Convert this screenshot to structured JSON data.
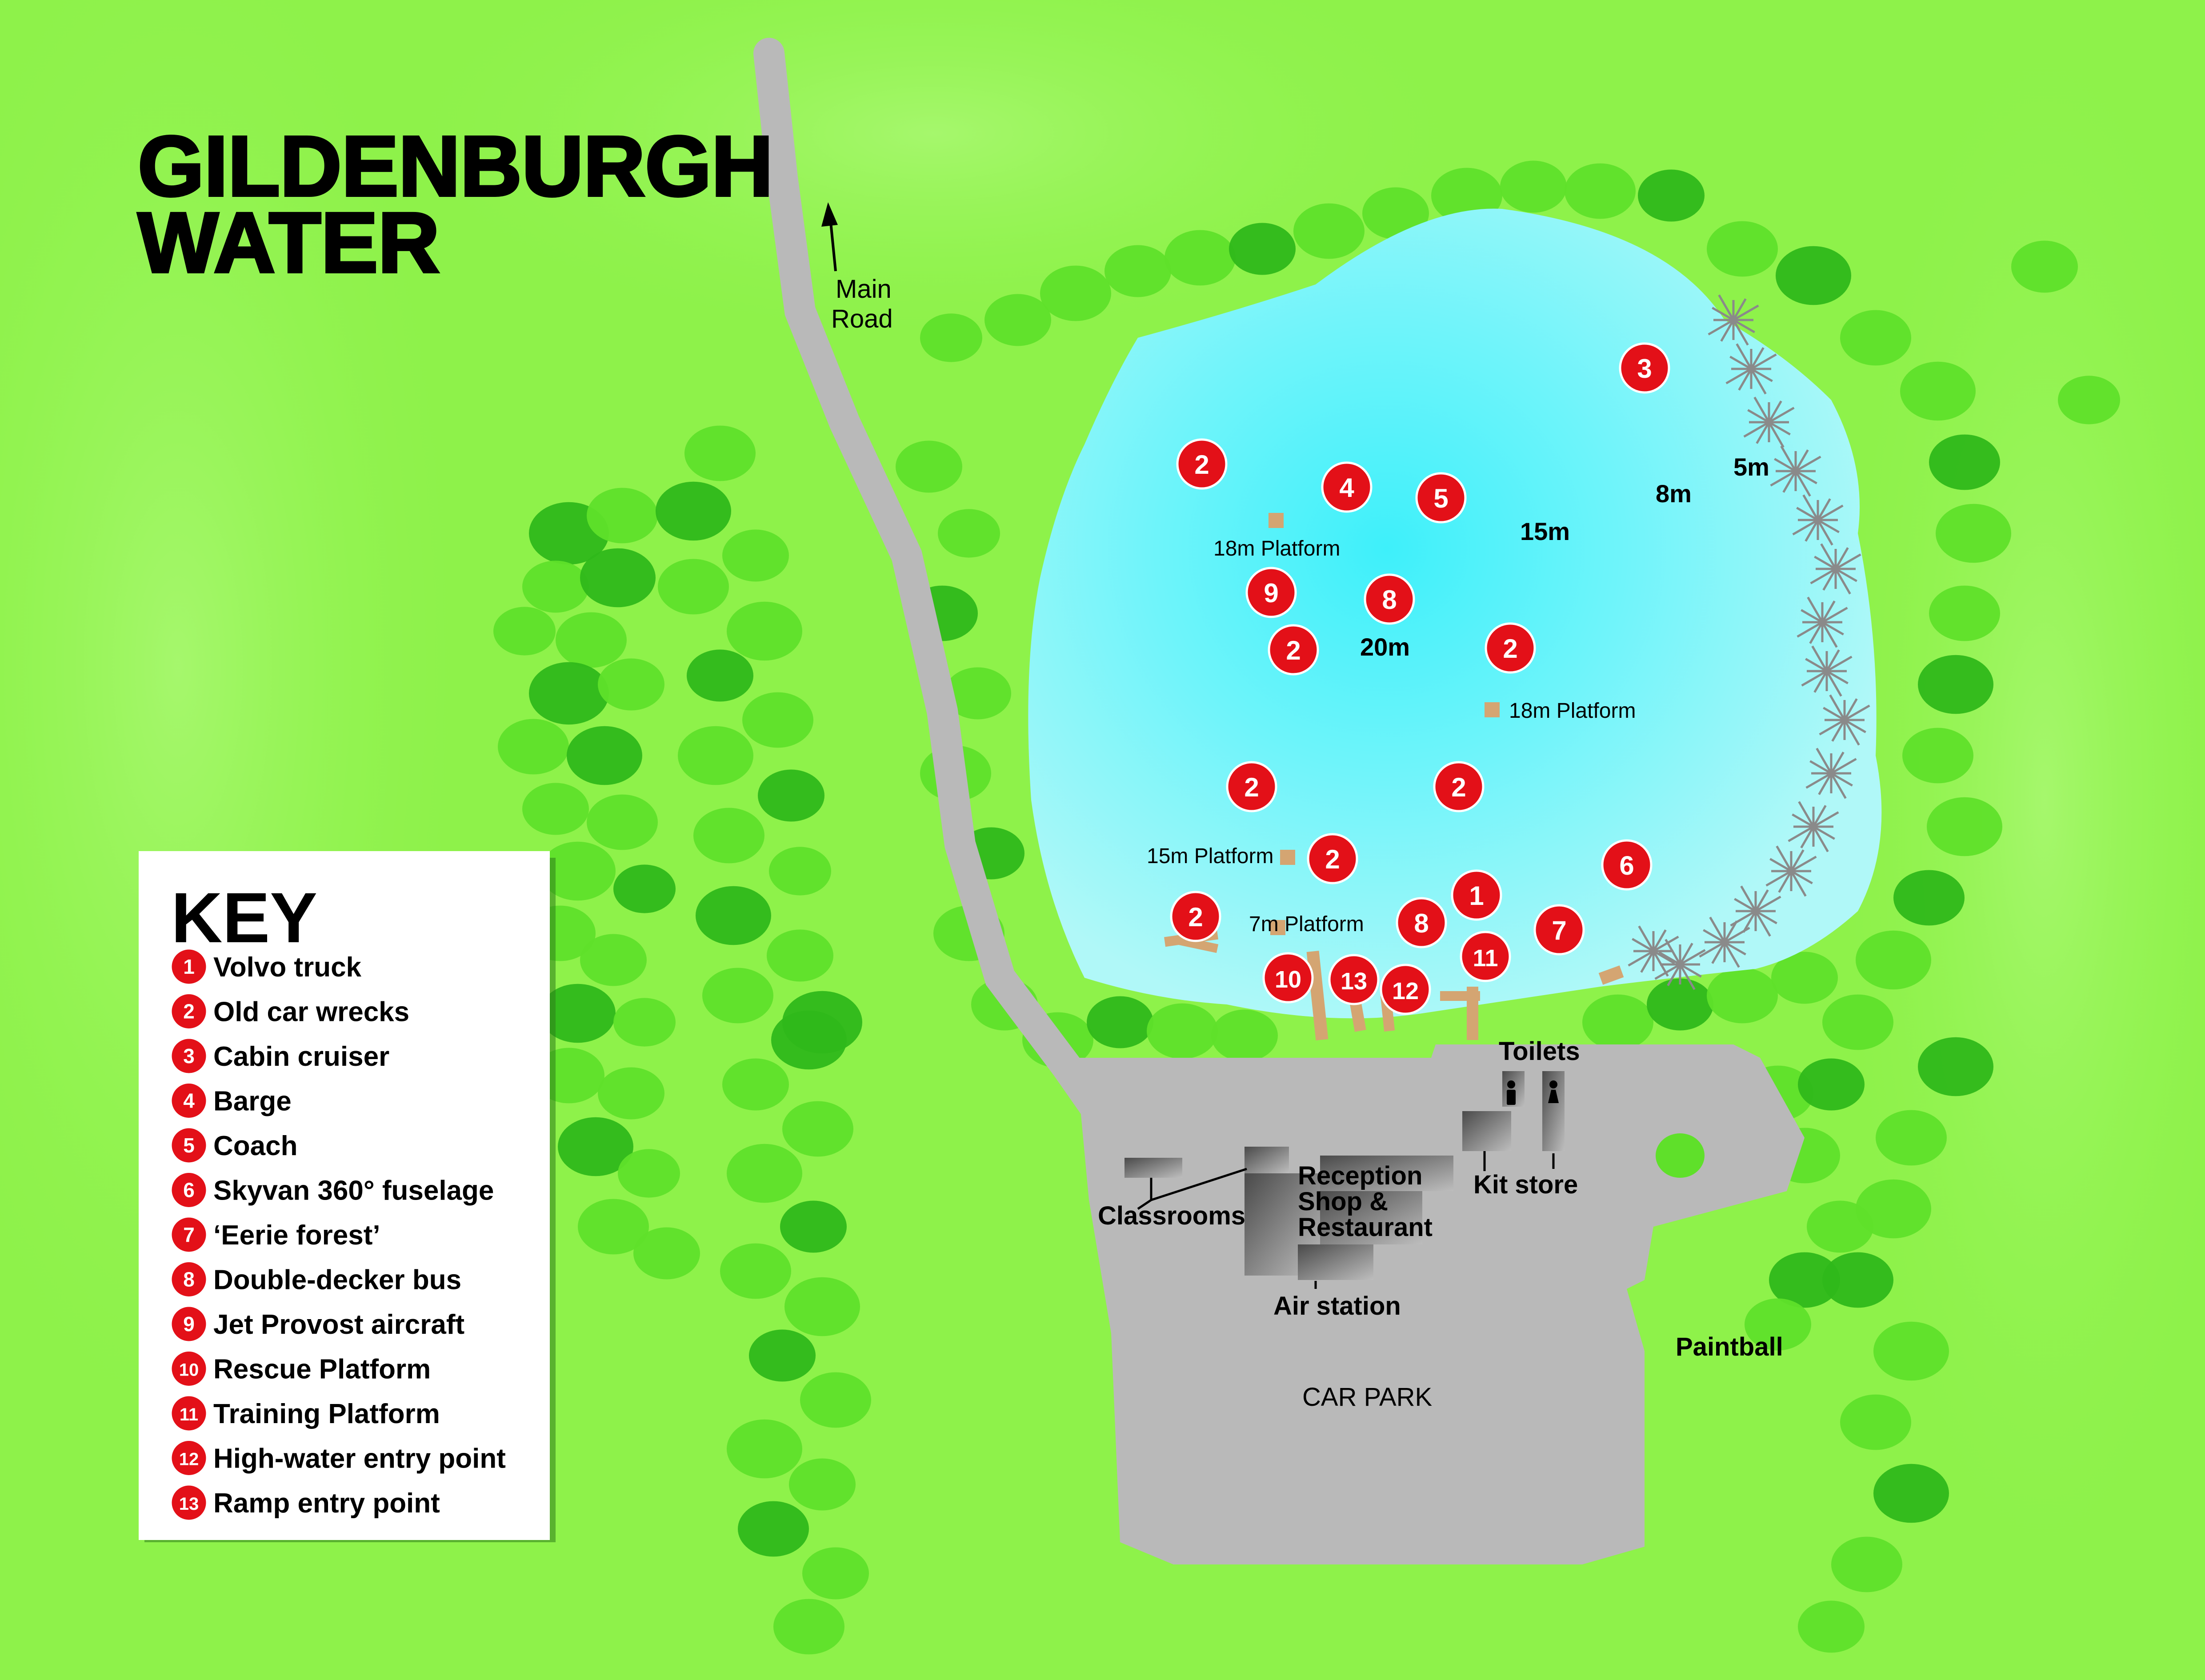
{
  "title": {
    "line1": "GILDENBURGH",
    "line2": "WATER"
  },
  "road": {
    "label_line1": "Main",
    "label_line2": "Road"
  },
  "depths": {
    "d5": "5m",
    "d8": "8m",
    "d15": "15m",
    "d20": "20m"
  },
  "platforms": {
    "p18a": "18m Platform",
    "p18b": "18m Platform",
    "p15": "15m Platform",
    "p7": "7m Platform"
  },
  "facilities": {
    "toilets": "Toilets",
    "kit_store": "Kit store",
    "classrooms": "Classrooms",
    "reception_line1": "Reception",
    "reception_line2": "Shop &",
    "reception_line3": "Restaurant",
    "air_station": "Air station",
    "car_park": "CAR PARK",
    "paintball": "Paintball"
  },
  "key": {
    "heading": "KEY",
    "items": [
      {
        "num": "1",
        "label": "Volvo truck"
      },
      {
        "num": "2",
        "label": "Old car wrecks"
      },
      {
        "num": "3",
        "label": "Cabin cruiser"
      },
      {
        "num": "4",
        "label": "Barge"
      },
      {
        "num": "5",
        "label": "Coach"
      },
      {
        "num": "6",
        "label": "Skyvan 360° fuselage"
      },
      {
        "num": "7",
        "label": "‘Eerie forest’"
      },
      {
        "num": "8",
        "label": "Double-decker bus"
      },
      {
        "num": "9",
        "label": "Jet Provost aircraft"
      },
      {
        "num": "10",
        "label": "Rescue Platform"
      },
      {
        "num": "11",
        "label": "Training Platform"
      },
      {
        "num": "12",
        "label": "High-water entry point"
      },
      {
        "num": "13",
        "label": "Ramp entry point"
      }
    ]
  },
  "markers": [
    "3",
    "2",
    "4",
    "5",
    "9",
    "8",
    "2",
    "2",
    "2",
    "2",
    "2",
    "6",
    "1",
    "2",
    "8",
    "7",
    "11",
    "10",
    "13",
    "12"
  ],
  "colors": {
    "grass": "#8ef24a",
    "water_shallow": "#a8f6f8",
    "water_deep": "#3ef0fa",
    "tarmac": "#b9b9b9",
    "marker_red": "#e31018",
    "tree_light": "#5fe02a",
    "tree_dark": "#2fb81a"
  }
}
